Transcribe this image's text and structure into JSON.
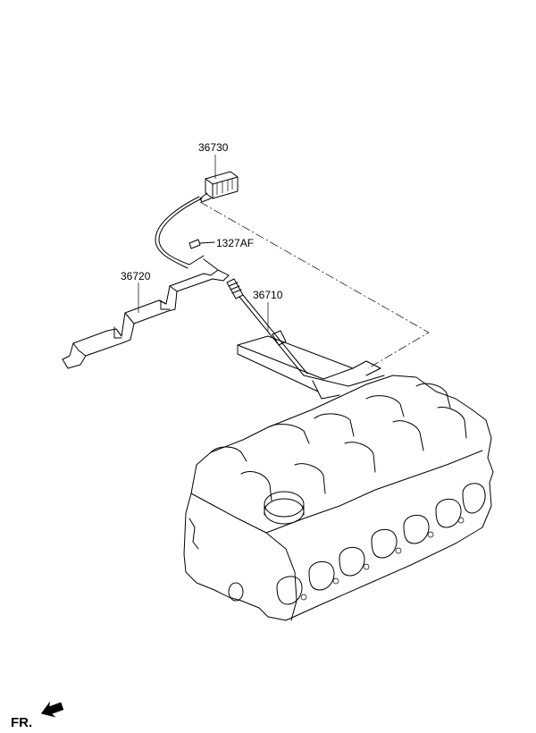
{
  "parts": {
    "wiring_connector": "36730",
    "bolt": "1327AF",
    "glow_plug_harness": "36720",
    "glow_plug": "36710"
  },
  "orientation": {
    "front_label": "FR.",
    "arrow_icon": "front-direction-arrow-icon"
  }
}
